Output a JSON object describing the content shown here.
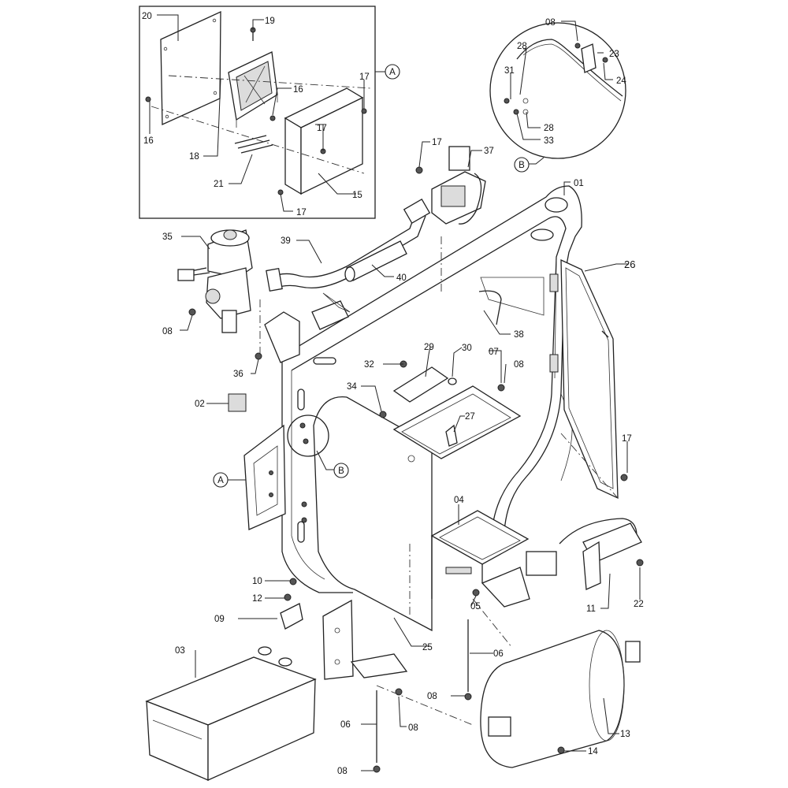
{
  "labels": {
    "p01": "01",
    "p02": "02",
    "p03": "03",
    "p04": "04",
    "p05": "05",
    "p06a": "06",
    "p06b": "06",
    "p07": "07",
    "p08a": "08",
    "p08b": "08",
    "p08c": "08",
    "p08d": "08",
    "p08e": "08",
    "p08f": "08",
    "p09": "09",
    "p10": "10",
    "p11": "11",
    "p12": "12",
    "p13": "13",
    "p14": "14",
    "p15": "15",
    "p16a": "16",
    "p16b": "16",
    "p17a": "17",
    "p17b": "17",
    "p17c": "17",
    "p17d": "17",
    "p17e": "17",
    "p18": "18",
    "p19": "19",
    "p20": "20",
    "p21": "21",
    "p22": "22",
    "p23": "23",
    "p24": "24",
    "p25": "25",
    "p26": "26",
    "p27": "27",
    "p28a": "28",
    "p28b": "28",
    "p29": "29",
    "p30": "30",
    "p31": "31",
    "p32": "32",
    "p33": "33",
    "p34": "34",
    "p35": "35",
    "p36": "36",
    "p37": "37",
    "p38": "38",
    "p39": "39",
    "p40": "40"
  },
  "refs": {
    "a_inset": "A",
    "a_frame": "A",
    "b_inset": "B",
    "b_frame": "B"
  }
}
